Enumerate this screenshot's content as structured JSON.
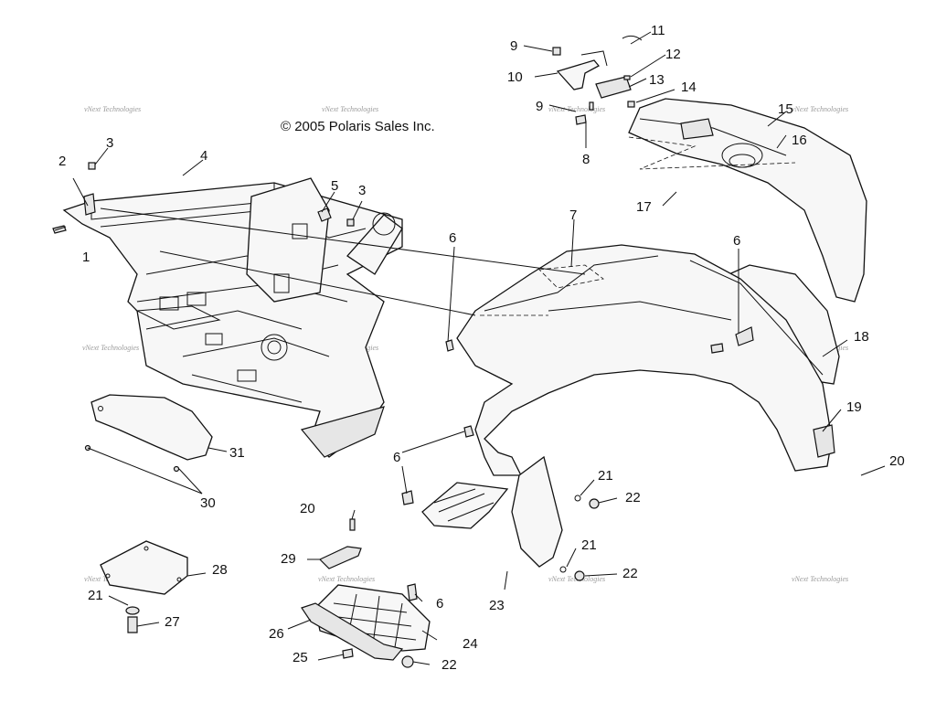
{
  "copyright": "© 2005 Polaris Sales Inc.",
  "watermark": "vNext Technologies",
  "callouts": [
    "1",
    "2",
    "3",
    "3",
    "4",
    "5",
    "6",
    "6",
    "6",
    "6",
    "7",
    "8",
    "9",
    "9",
    "10",
    "11",
    "12",
    "13",
    "14",
    "15",
    "16",
    "17",
    "18",
    "19",
    "20",
    "20",
    "21",
    "21",
    "21",
    "22",
    "22",
    "22",
    "23",
    "24",
    "25",
    "26",
    "27",
    "28",
    "29",
    "30",
    "31"
  ]
}
